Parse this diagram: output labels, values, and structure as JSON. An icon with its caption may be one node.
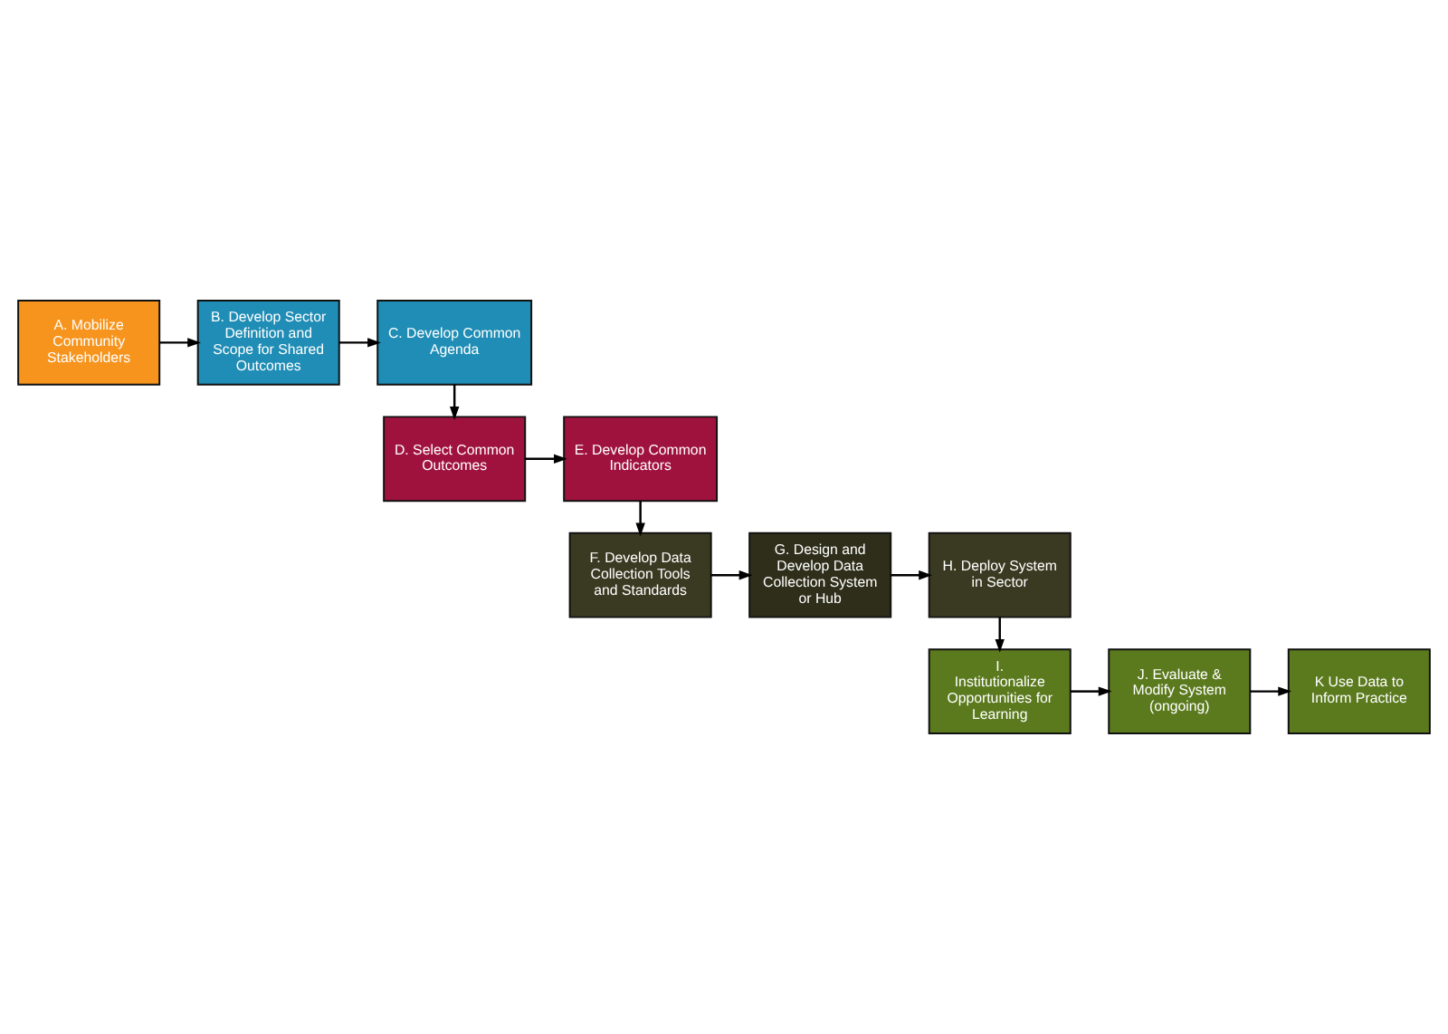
{
  "diagram": {
    "nodes": [
      {
        "text": [
          "A. Mobilize Community Stakeholders"
        ]
      },
      {
        "text": [
          "B. Develop Sector Definition and Scope for Shared Outcomes"
        ]
      },
      {
        "text": [
          "C. Develop Common Agenda"
        ]
      },
      {
        "text": [
          "D. Select Common Outcomes"
        ]
      },
      {
        "text": [
          "E. Develop Common Indicators"
        ]
      },
      {
        "text": [
          "F. Develop Data Collection Tools and Standards"
        ]
      },
      {
        "text": [
          "G. Design and Develop Data Collection System or Hub"
        ]
      },
      {
        "text": [
          "H. Deploy System in Sector"
        ]
      },
      {
        "text": [
          "I. Institutionalize Opportunities for Learning"
        ]
      },
      {
        "text": [
          "J. Evaluate & Modify System (ongoing)"
        ]
      },
      {
        "text": [
          "K Use Data to Inform Practice"
        ]
      }
    ],
    "edges": [
      {
        "from": 0,
        "to": 1,
        "arrow": "to"
      },
      {
        "from": 1,
        "to": 2,
        "arrow": "to"
      },
      {
        "from": 2,
        "to": 3,
        "arrow": "to"
      },
      {
        "from": 3,
        "to": 4,
        "arrow": "to"
      },
      {
        "from": 4,
        "to": 5,
        "arrow": "to"
      },
      {
        "from": 5,
        "to": 6,
        "arrow": "to"
      },
      {
        "from": 6,
        "to": 7,
        "arrow": "to"
      },
      {
        "from": 7,
        "to": 8,
        "arrow": "to"
      },
      {
        "from": 8,
        "to": 9,
        "arrow": "to"
      },
      {
        "from": 9,
        "to": 10,
        "arrow": "to"
      }
    ]
  }
}
